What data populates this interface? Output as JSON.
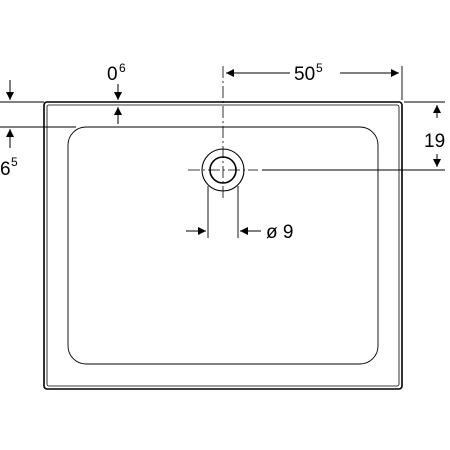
{
  "dimensions": {
    "edge_thickness": {
      "main": "0",
      "sup": "6"
    },
    "drain_offset_x": {
      "main": "50",
      "sup": "5"
    },
    "drain_offset_y": {
      "main": "19"
    },
    "inner_offset": {
      "main": "6",
      "sup": "5"
    },
    "drain_diameter": {
      "main": "ø 9"
    }
  },
  "colors": {
    "stroke": "#000000",
    "background": "#ffffff"
  }
}
